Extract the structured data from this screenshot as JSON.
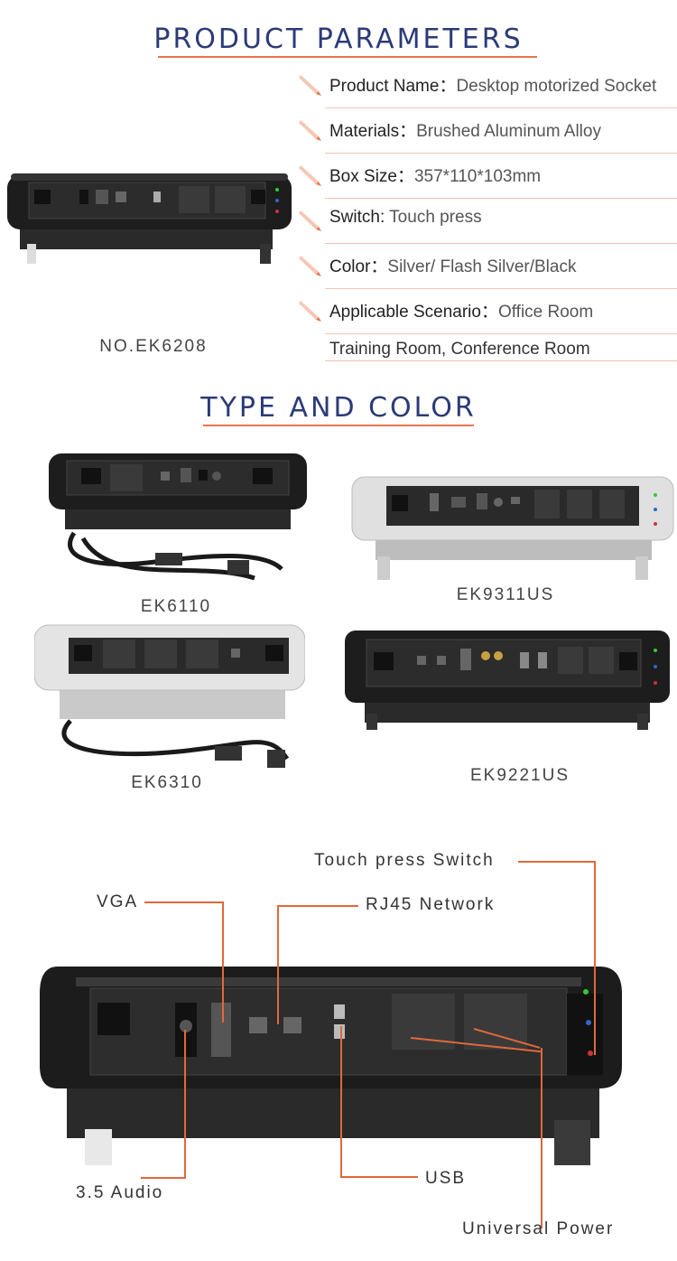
{
  "sections": {
    "parameters_title": "PRODUCT PARAMETERS",
    "type_title": "TYPE AND COLOR"
  },
  "params": [
    {
      "label": "Product Name：",
      "value": "Desktop motorized Socket"
    },
    {
      "label": "Materials：",
      "value": "Brushed Aluminum Alloy"
    },
    {
      "label": "Box Size：",
      "value": "357*110*103mm"
    },
    {
      "label": "Switch:",
      "value": " Touch press"
    },
    {
      "label": "Color：",
      "value": "Silver/ Flash Silver/Black"
    },
    {
      "label": "Applicable Scenario：",
      "value": "Office Room"
    }
  ],
  "params_continued": "Training Room, Conference Room",
  "main_model": "NO.EK6208",
  "models": [
    "EK6110",
    "EK9311US",
    "EK6310",
    "EK9221US"
  ],
  "callouts": {
    "touch_switch": "Touch press Switch",
    "vga": "VGA",
    "rj45": "RJ45 Network",
    "audio": "3.5 Audio",
    "usb": "USB",
    "power": "Universal Power"
  },
  "colors": {
    "heading": "#2b3a78",
    "accent": "#e9764f",
    "black_body": "#1e1e1e",
    "silver_body": "#d9d9d9"
  }
}
